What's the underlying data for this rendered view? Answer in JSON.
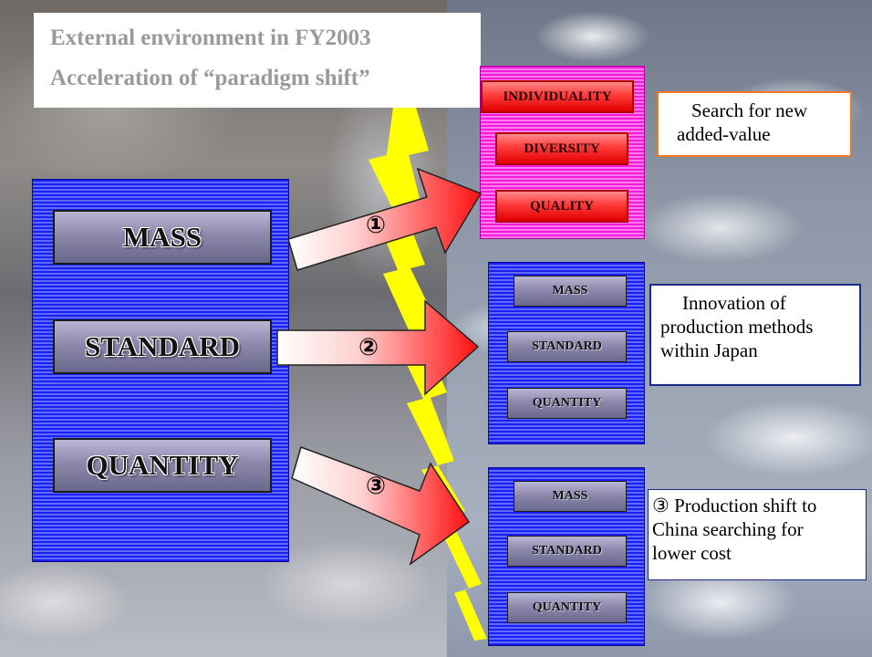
{
  "title": {
    "line1": "External environment in FY2003",
    "line2": "Acceleration of “paradigm shift”"
  },
  "left_panel": {
    "items": [
      "MASS",
      "STANDARD",
      "QUANTITY"
    ]
  },
  "arrows": [
    {
      "number": "①"
    },
    {
      "number": "②"
    },
    {
      "number": "③"
    }
  ],
  "pink_panel": {
    "items": [
      "INDIVIDUALITY",
      "DIVERSITY",
      "QUALITY"
    ]
  },
  "blue_panel_2": {
    "items": [
      "MASS",
      "STANDARD",
      "QUANTITY"
    ]
  },
  "blue_panel_3": {
    "items": [
      "MASS",
      "STANDARD",
      "QUANTITY"
    ]
  },
  "callouts": {
    "c1_line1": "Search for new",
    "c1_line2": "added-value",
    "c2_line1": "Innovation of",
    "c2_line2": "production methods",
    "c2_line3": "within Japan",
    "c3_line1": "③ Production shift to",
    "c3_line2": "China searching for",
    "c3_line3": "lower cost"
  },
  "colors": {
    "blue_panel": "#1d1df0",
    "pink_panel": "#f01cd8",
    "red_label": "#ff3a3a",
    "crack": "#ffff00",
    "callout1_border": "#f07820",
    "callout_border": "#1a2a8a"
  }
}
